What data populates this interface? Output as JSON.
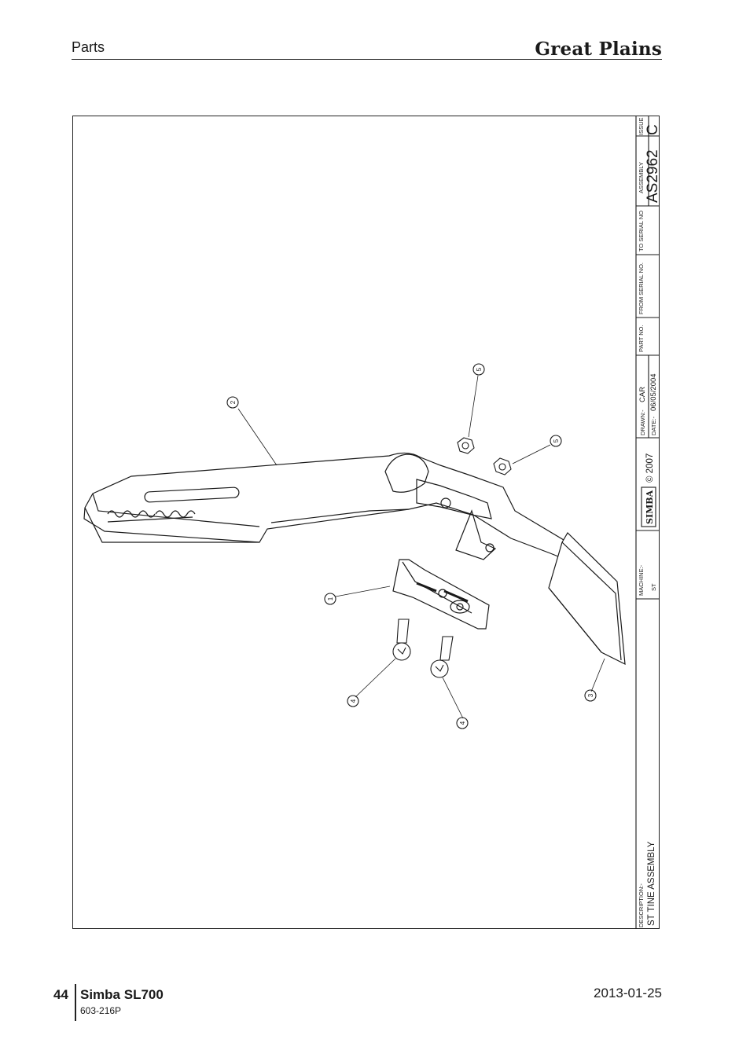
{
  "header": {
    "section": "Parts",
    "brand": "Great Plains"
  },
  "title_block": {
    "issue_label": "ISSUE",
    "issue": "C",
    "assembly_label": "ASSEMBLY",
    "assembly": "AS2962",
    "to_serial_label": "TO SERIAL NO",
    "from_serial_label": "FROM SERIAL NO.",
    "part_no_label": "PART NO.",
    "drawn_label": "DRAWN:-",
    "drawn": "CAR",
    "date_label": "DATE:-",
    "date": "06/05/2004",
    "copyright": "© 2007",
    "logo_text": "SIMBA",
    "machine_label": "MACHINE:-",
    "machine": "ST",
    "description_label": "DESCRIPTION:-",
    "description": "ST TINE ASSEMBLY"
  },
  "callouts": [
    {
      "id": "c1",
      "label": "1"
    },
    {
      "id": "c2",
      "label": "2"
    },
    {
      "id": "c3",
      "label": "3"
    },
    {
      "id": "c4a",
      "label": "4"
    },
    {
      "id": "c4b",
      "label": "4"
    },
    {
      "id": "c5a",
      "label": "5"
    },
    {
      "id": "c5b",
      "label": "5"
    }
  ],
  "footer": {
    "page": "44",
    "model": "Simba SL700",
    "doc_number": "603-216P",
    "date": "2013-01-25"
  }
}
